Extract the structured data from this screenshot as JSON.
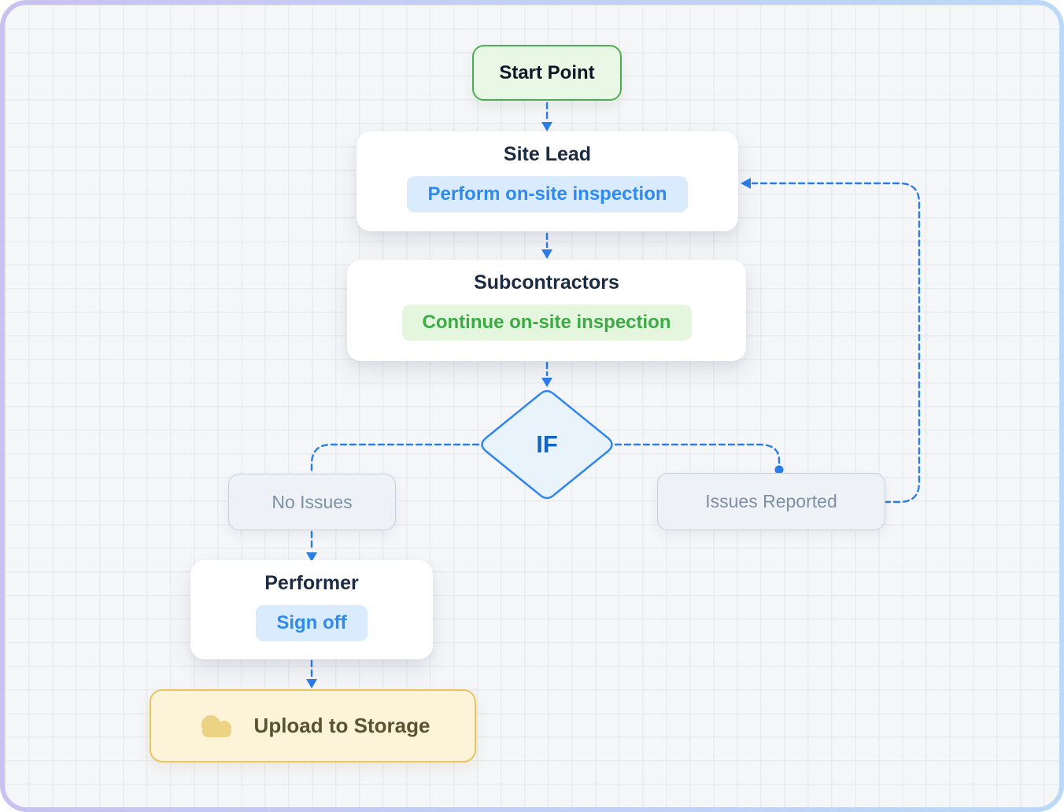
{
  "flowchart": {
    "start": {
      "label": "Start Point"
    },
    "site_lead": {
      "title": "Site Lead",
      "action": "Perform on-site inspection"
    },
    "subcontractors": {
      "title": "Subcontractors",
      "action": "Continue on-site inspection"
    },
    "decision": {
      "label": "IF"
    },
    "no_issues": {
      "label": "No Issues"
    },
    "issues_reported": {
      "label": "Issues Reported"
    },
    "performer": {
      "title": "Performer",
      "action": "Sign off"
    },
    "upload": {
      "label": "Upload to Storage",
      "icon": "cloud-icon"
    }
  },
  "edges": [
    {
      "from": "start",
      "to": "site_lead",
      "style": "dashed-arrow"
    },
    {
      "from": "site_lead",
      "to": "subcontractors",
      "style": "dashed-arrow"
    },
    {
      "from": "subcontractors",
      "to": "decision",
      "style": "dashed-arrow"
    },
    {
      "from": "decision",
      "to": "no_issues",
      "style": "dashed"
    },
    {
      "from": "decision",
      "to": "issues_reported",
      "style": "dashed-dot"
    },
    {
      "from": "no_issues",
      "to": "performer",
      "style": "dashed-arrow"
    },
    {
      "from": "performer",
      "to": "upload",
      "style": "dashed-arrow"
    },
    {
      "from": "issues_reported",
      "to": "site_lead",
      "style": "dashed-arrow-loopback"
    }
  ],
  "colors": {
    "connector": "#2b7de8",
    "border_gradient_start": "#c9c1f0",
    "border_gradient_end": "#bad8f7",
    "canvas_bg": "#f5f6f8",
    "grid_line": "#e8ebef",
    "start_bg": "#e9f8e5",
    "start_border": "#4bae52",
    "card_title": "#1b2b41",
    "action_blue_text": "#2f8af0",
    "action_blue_bg": "#d9ebfd",
    "action_green_text": "#3daa47",
    "action_green_bg": "#e4f7de",
    "decision_bg": "#e9f3fc",
    "decision_border": "#2f86ef",
    "decision_text": "#1565c0",
    "branch_bg": "#eef1f5",
    "branch_border": "#c6cfd9",
    "branch_text": "#7e90a5",
    "upload_bg": "#fcf3d8",
    "upload_border": "#e9c45f",
    "upload_text": "#5a5230",
    "cloud_icon": "#ecd384"
  }
}
